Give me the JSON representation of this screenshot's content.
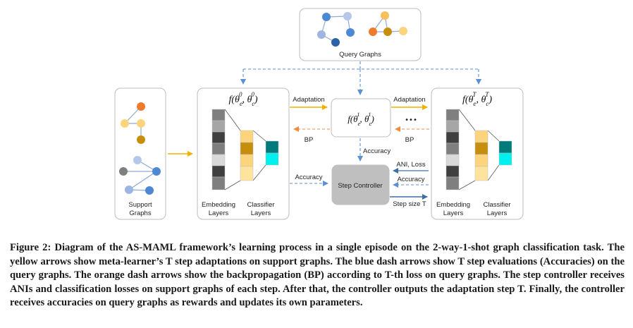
{
  "diagram": {
    "query_graphs_label": "Query Graphs",
    "support_graphs_label_1": "Support",
    "support_graphs_label_2": "Graphs",
    "func_0": "f(θe0, θc0)",
    "func_1": "f(θe1, θc1)",
    "func_T": "f(θeT, θcT)",
    "ellipsis": "•••",
    "adaptation_1": "Adaptation",
    "adaptation_2": "Adaptation",
    "bp_1": "BP",
    "bp_2": "BP",
    "accuracy_vertical": "Accuracy",
    "accuracy_left": "Accuracy",
    "accuracy_right": "Accuracy",
    "ani_loss": "ANI, Loss",
    "step_size": "Step size T",
    "step_controller": "Step Controller",
    "embedding_1a": "Embedding",
    "embedding_1b": "Layers",
    "classifier_1a": "Classifier",
    "classifier_1b": "Layers",
    "embedding_2a": "Embedding",
    "embedding_2b": "Layers",
    "classifier_2a": "Classifier",
    "classifier_2b": "Layers"
  },
  "colors": {
    "adapt_arrow": "#f2b100",
    "bp_arrow": "#f08a3c",
    "eval_arrow": "#5b8fd6",
    "output_arrow": "#3d6fa8",
    "controller_fill": "#bfbfbf"
  },
  "caption": "Figure 2: Diagram of the AS-MAML framework’s learning process in a single episode on the 2-way-1-shot graph classification task. The yellow arrows show meta-learner’s T step adaptations on support graphs. The blue dash arrows show T step evaluations (Accuracies) on the query graphs. The orange dash arrows show the backpropagation (BP) according to T-th loss on query graphs. The step controller receives ANIs and classification losses on support graphs of each step. After that, the controller outputs the adaptation step T. Finally, the controller receives accuracies on query graphs as rewards and updates its own parameters."
}
